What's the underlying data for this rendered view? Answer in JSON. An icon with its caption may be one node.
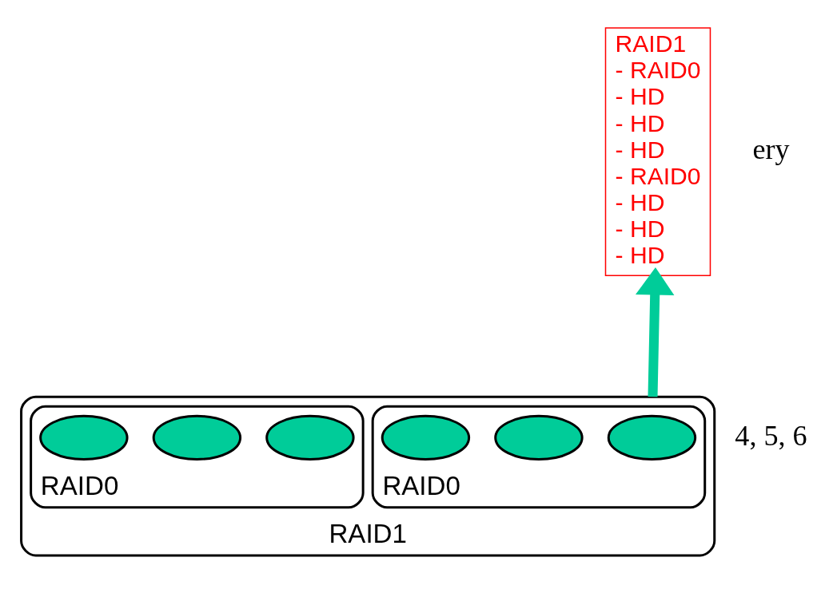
{
  "diagram": {
    "nodes": [
      {
        "text": [
          "RAID1",
          "- RAID0",
          "- HD",
          "- HD",
          "- HD",
          "- RAID0",
          "- HD",
          "- HD",
          "- HD"
        ]
      },
      {
        "text": [
          "RAID1"
        ]
      },
      {
        "text": [
          "RAID0"
        ],
        "in": 1
      },
      {
        "text": [],
        "shape": "ellipse",
        "in": 2
      },
      {
        "text": [],
        "shape": "ellipse",
        "in": 2
      },
      {
        "text": [],
        "shape": "ellipse",
        "in": 2
      },
      {
        "text": [
          "RAID0"
        ],
        "in": 1
      },
      {
        "text": [],
        "shape": "ellipse",
        "in": 6
      },
      {
        "text": [],
        "shape": "ellipse",
        "in": 6
      },
      {
        "text": [],
        "shape": "ellipse",
        "in": 6
      }
    ],
    "edges": [
      {
        "from": 1,
        "to": 0,
        "arrow": "to",
        "color": "#00cc99"
      }
    ],
    "labels": [
      "ery",
      "4, 5, 6"
    ]
  }
}
